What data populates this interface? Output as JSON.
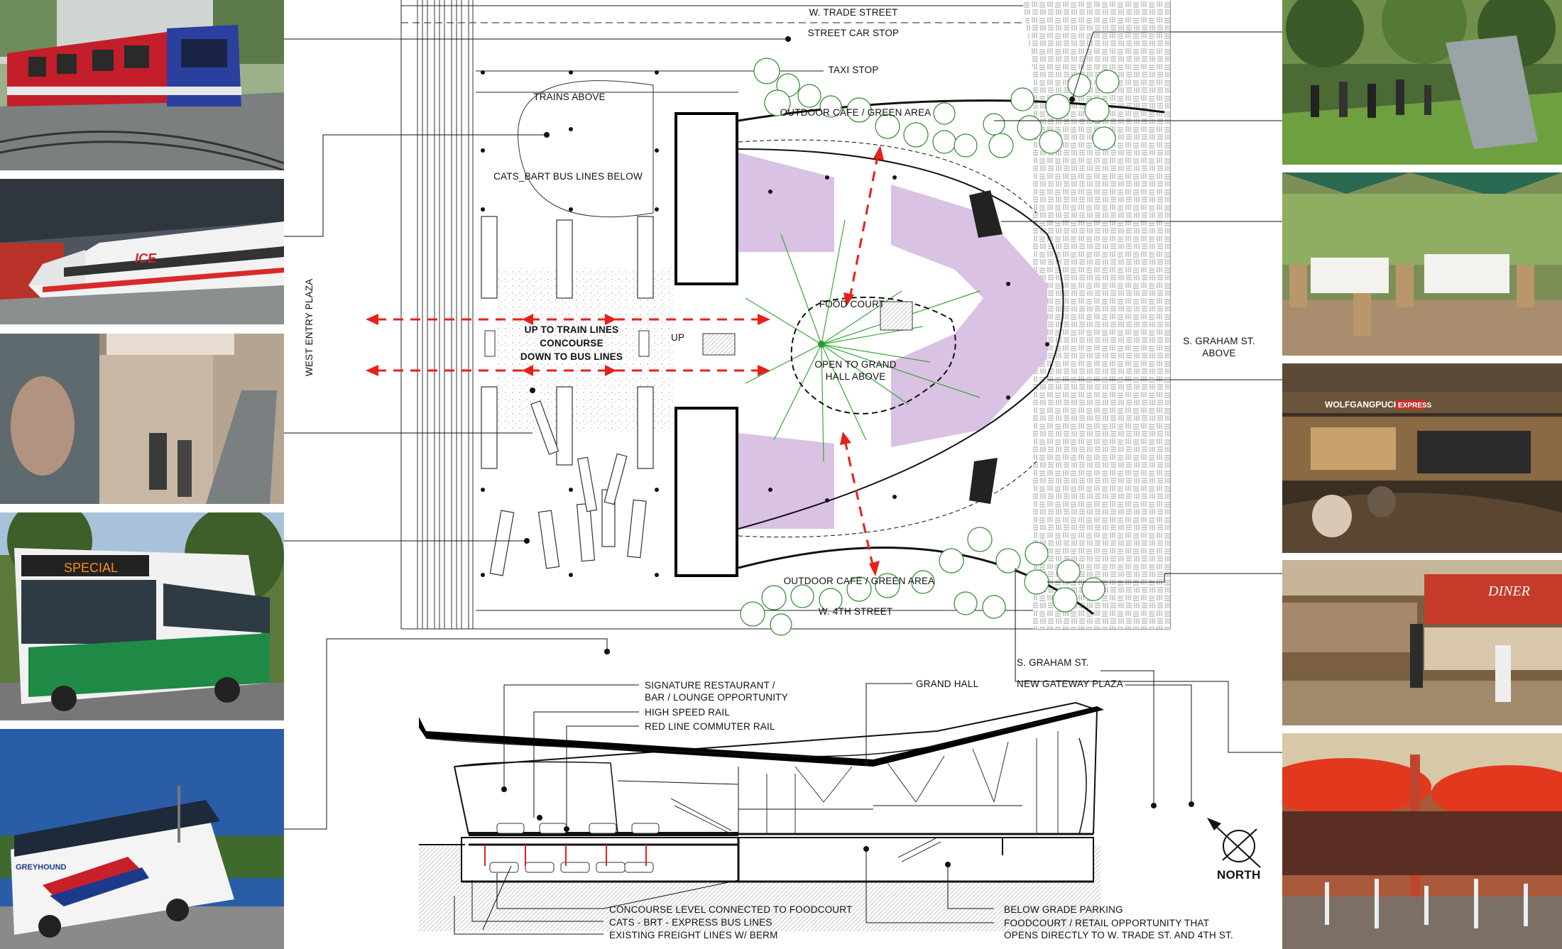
{
  "plan_labels": {
    "w_trade_street": "W. TRADE STREET",
    "street_car_stop": "STREET CAR STOP",
    "taxi_stop": "TAXI STOP",
    "trains_above": "TRAINS ABOVE",
    "outdoor_cafe_north": "OUTDOOR CAFE / GREEN AREA",
    "cats_bart_bus": "CATS_BART BUS LINES BELOW",
    "west_entry_plaza": "WEST ENTRY PLAZA",
    "concourse_line1": "UP TO TRAIN LINES",
    "concourse_line2": "CONCOURSE",
    "concourse_line3": "DOWN TO BUS LINES",
    "up": "UP",
    "food_court": "FOOD COURT",
    "open_to_grand_1": "OPEN TO GRAND",
    "open_to_grand_2": "HALL ABOVE",
    "s_graham_above_1": "S. GRAHAM ST.",
    "s_graham_above_2": "ABOVE",
    "outdoor_cafe_south": "OUTDOOR CAFE / GREEN AREA",
    "w_4th_street": "W. 4TH STREET"
  },
  "section_labels": {
    "signature_restaurant_1": "SIGNATURE RESTAURANT /",
    "signature_restaurant_2": "BAR / LOUNGE OPPORTUNITY",
    "high_speed_rail": "HIGH SPEED RAIL",
    "red_line": "RED LINE COMMUTER RAIL",
    "grand_hall": "GRAND HALL",
    "s_graham_st": "S. GRAHAM ST.",
    "new_gateway_plaza": "NEW GATEWAY PLAZA",
    "concourse_level": "CONCOURSE LEVEL CONNECTED TO FOODCOURT",
    "cats_brt": "CATS - BRT - EXPRESS BUS LINES",
    "existing_freight": "EXISTING FREIGHT LINES W/ BERM",
    "below_grade_parking": "BELOW GRADE PARKING",
    "foodcourt_retail_1": "FOODCOURT / RETAIL OPPORTUNITY THAT",
    "foodcourt_retail_2": "OPENS DIRECTLY TO W. TRADE ST. AND 4TH ST."
  },
  "north_label": "NORTH",
  "photo_text": {
    "bus_sign": "SPECIAL",
    "ice_logo": "ICE",
    "greyhound": "GREYHOUND",
    "wolfgang": "WOLFGANGPUCK",
    "express": "EXPRESS",
    "diner": "DINER"
  },
  "colors": {
    "purple_zone": "#d9c2e3",
    "arrow_red": "#e8201a",
    "line": "#111111"
  }
}
